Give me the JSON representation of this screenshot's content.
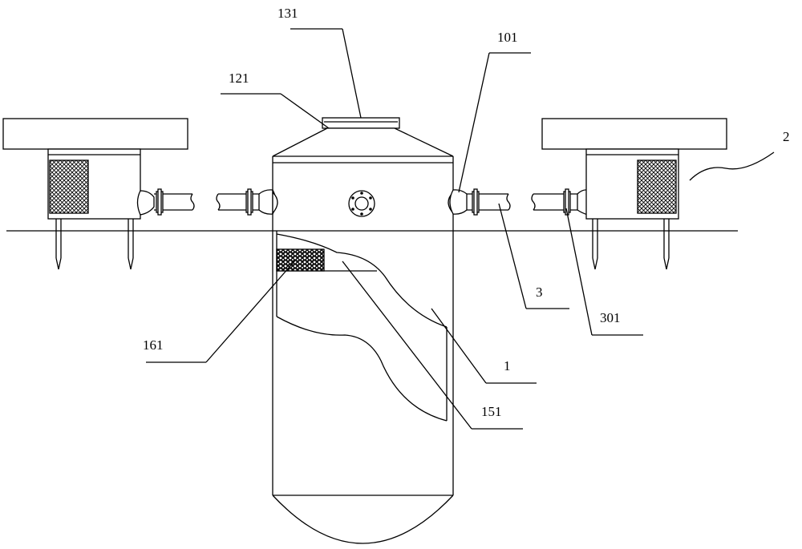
{
  "labels": {
    "l131": "131",
    "l101": "101",
    "l121": "121",
    "l2": "2",
    "l3": "3",
    "l301": "301",
    "l161": "161",
    "l1": "1",
    "l151": "151"
  }
}
